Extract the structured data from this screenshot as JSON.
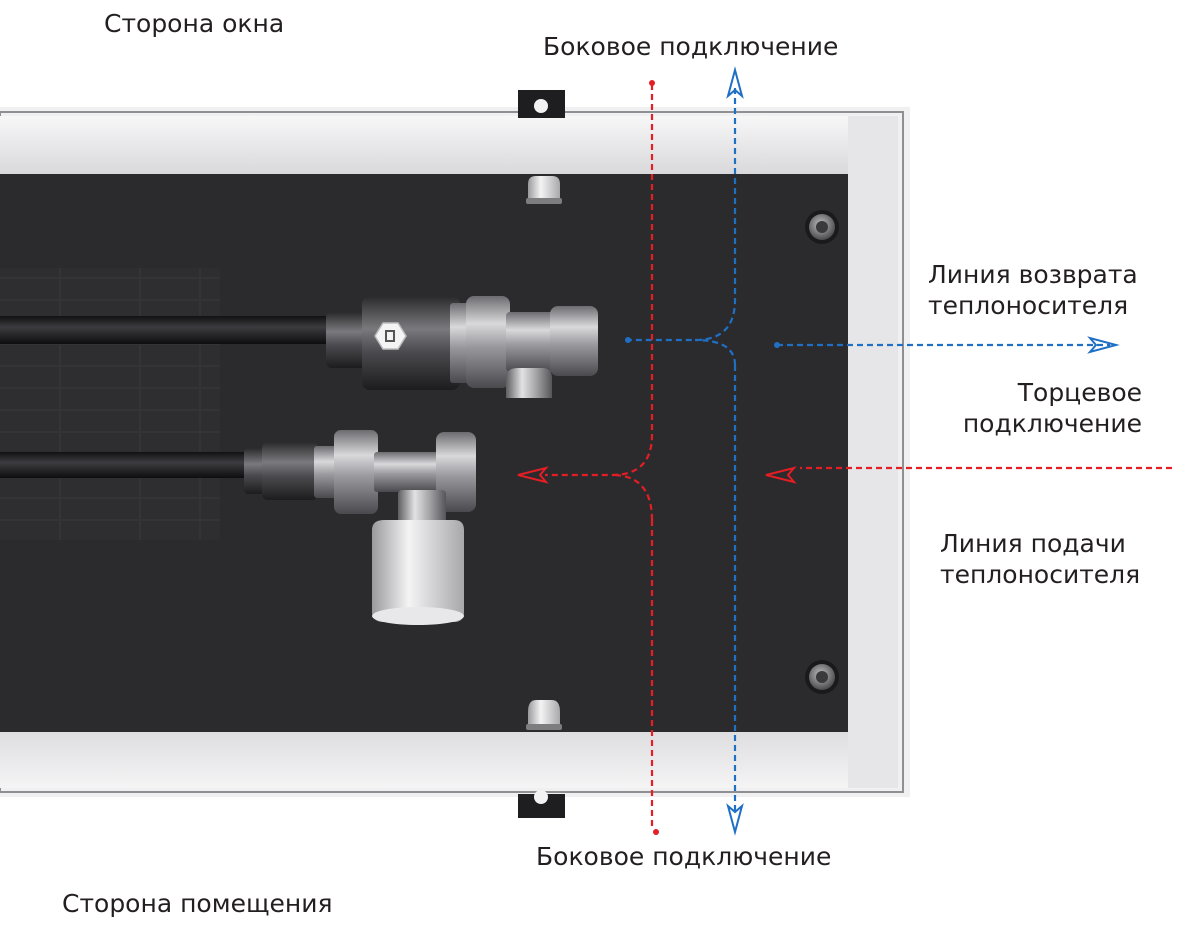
{
  "labels": {
    "window_side": "Сторона окна",
    "room_side": "Сторона помещения",
    "side_connection_top": "Боковое подключение",
    "side_connection_bottom": "Боковое подключение",
    "return_line": [
      "Линия возврата",
      "теплоносителя"
    ],
    "end_connection": [
      "Торцевое",
      "подключение"
    ],
    "supply_line": [
      "Линия подачи",
      "теплоносителя"
    ]
  },
  "colors": {
    "supply": "#e31e24",
    "return": "#1f6fc5",
    "tray": "#2b2b2d",
    "frame": "#ebebec"
  },
  "icons": [
    "hex-nut-icon"
  ]
}
